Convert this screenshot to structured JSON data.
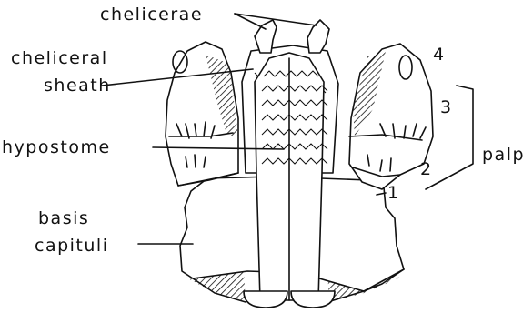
{
  "labels": {
    "chelicerae": "chelicerae",
    "cheliceral_sheath_1": "cheliceral",
    "cheliceral_sheath_2": "sheath",
    "hypostome": "hypostome",
    "basis_1": "basis",
    "basis_2": "capituli",
    "palp": "palp",
    "seg1": "1",
    "seg2": "2",
    "seg3": "3",
    "seg4": "4"
  }
}
